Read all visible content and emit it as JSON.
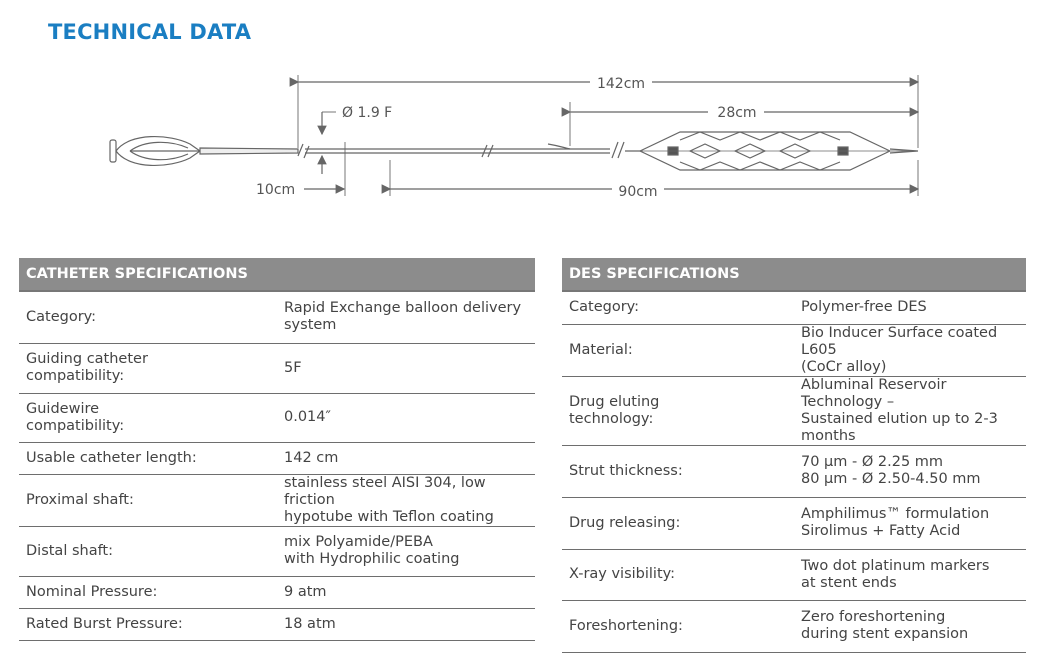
{
  "title": "TECHNICAL DATA",
  "diagram": {
    "dim_total": "142cm",
    "dim_stent": "28cm",
    "dim_diameter": "Ø 1.9 F",
    "dim_proximal": "10cm",
    "dim_distal": "90cm"
  },
  "catheter": {
    "header": "CATHETER SPECIFICATIONS",
    "rows": [
      {
        "label": "Category:",
        "value": "Rapid Exchange balloon delivery\nsystem"
      },
      {
        "label": "Guiding catheter\ncompatibility:",
        "value": "5F"
      },
      {
        "label": "Guidewire\ncompatibility:",
        "value": "0.014″"
      },
      {
        "label": "Usable catheter length:",
        "value": "142 cm"
      },
      {
        "label": "Proximal shaft:",
        "value": "stainless steel AISI 304, low friction\nhypotube with Teflon coating"
      },
      {
        "label": "Distal shaft:",
        "value": "mix Polyamide/PEBA\nwith Hydrophilic coating"
      },
      {
        "label": "Nominal Pressure:",
        "value": "9 atm"
      },
      {
        "label": "Rated Burst Pressure:",
        "value": "18 atm"
      }
    ]
  },
  "des": {
    "header": "DES SPECIFICATIONS",
    "rows": [
      {
        "label": "Category:",
        "value": "Polymer-free DES"
      },
      {
        "label": "Material:",
        "value": "Bio Inducer Surface coated L605\n(CoCr alloy)"
      },
      {
        "label": "Drug eluting\ntechnology:",
        "value": "Abluminal Reservoir Technology –\nSustained elution up to 2-3 months"
      },
      {
        "label": "Strut thickness:",
        "value": "70 µm - Ø 2.25 mm\n80 µm - Ø 2.50-4.50 mm"
      },
      {
        "label": "Drug releasing:",
        "value": "Amphilimus™ formulation\nSirolimus + Fatty Acid"
      },
      {
        "label": "X-ray visibility:",
        "value": "Two dot platinum markers\nat stent ends"
      },
      {
        "label": "Foreshortening:",
        "value": "Zero foreshortening\nduring stent expansion"
      }
    ]
  }
}
